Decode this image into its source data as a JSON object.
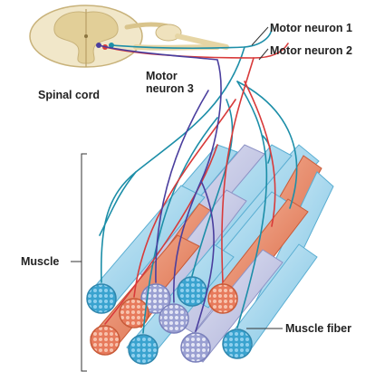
{
  "labels": {
    "spinal_cord": "Spinal cord",
    "motor_neuron_1": "Motor neuron 1",
    "motor_neuron_2": "Motor neuron 2",
    "motor_neuron_3_line1": "Motor",
    "motor_neuron_3_line2": "neuron 3",
    "muscle": "Muscle",
    "muscle_fiber": "Muscle fiber"
  },
  "colors": {
    "neuron_1": "#1c8ea8",
    "neuron_2": "#d83a3a",
    "neuron_3": "#4a3e9e",
    "fiber_blue": "#a8d6ec",
    "fiber_blue_dark": "#3aa3cf",
    "fiber_red": "#e98a6c",
    "fiber_red_dark": "#d0593a",
    "fiber_lav": "#c8cbe6",
    "spinal_cord_white": "#f1e7c9",
    "spinal_cord_grey": "#e2cf98"
  }
}
